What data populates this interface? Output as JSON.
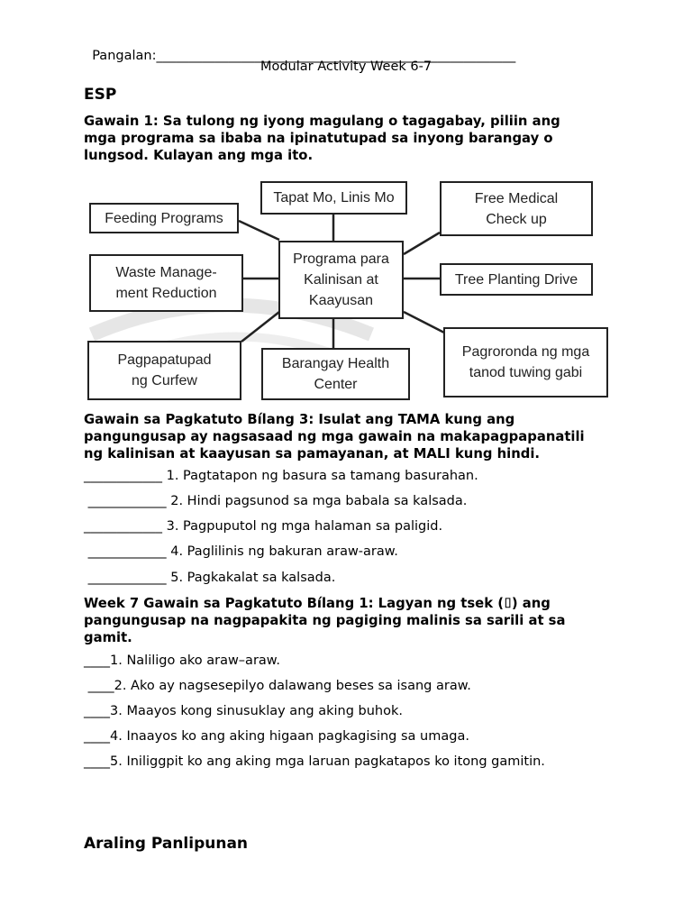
{
  "header": {
    "name_label": "Pangalan:",
    "name_blank": "_______________________________________________________",
    "subtitle": "Modular Activity Week 6-7"
  },
  "esp_section": {
    "heading": "ESP",
    "gawain1": {
      "instructions": [
        "Gawain 1: Sa tulong ng iyong magulang o tagagabay, piliin ang",
        "mga programa sa ibaba na ipinatutupad sa inyong barangay o",
        "lungsod. Kulayan ang mga ito."
      ],
      "diagram": {
        "center": [
          "Programa para",
          "Kalinisan at",
          "Kaayusan"
        ],
        "boxes": {
          "tapat_mo": [
            "Tapat Mo, Linis Mo"
          ],
          "free_medical": [
            "Free Medical",
            "Check up"
          ],
          "feeding": [
            "Feeding Programs"
          ],
          "waste": [
            "Waste Manage-",
            "ment Reduction"
          ],
          "tree": [
            "Tree Planting Drive"
          ],
          "curfew": [
            "Pagpapatupad",
            "ng Curfew"
          ],
          "health_center": [
            "Barangay Health",
            "Center"
          ],
          "pagroronda": [
            "Pagroronda ng mga",
            "tanod tuwing gabi"
          ]
        }
      }
    },
    "gawain3": {
      "instructions": [
        "Gawain sa Pagkatuto Bílang 3: Isulat ang TAMA kung ang",
        "pangungusap ay nagsasaad ng mga gawain na makapagpapanatili",
        "ng kalinisan at kaayusan sa pamayanan, at MALI kung hindi."
      ],
      "items": [
        "____________ 1. Pagtatapon ng basura sa tamang basurahan.",
        " ____________ 2. Hindi pagsunod sa mga babala sa kalsada.",
        "____________ 3. Pagpuputol ng mga halaman sa paligid.",
        " ____________ 4. Paglilinis ng bakuran araw-araw.",
        " ____________ 5. Pagkakalat sa kalsada."
      ]
    },
    "week7": {
      "instructions": [
        "Week 7 Gawain sa Pagkatuto Bílang 1: Lagyan ng tsek (⌷) ang",
        "pangungusap na nagpapakita ng pagiging malinis sa sarili at sa",
        "gamit."
      ],
      "items": [
        "____1. Naliligo ako araw–araw.",
        " ____2. Ako ay nagsesepilyo dalawang beses sa isang araw.",
        "____3. Maayos kong sinusuklay ang aking buhok.",
        "____4. Inaayos ko ang aking higaan pagkagising sa umaga.",
        "____5. Iniliggpit ko ang aking mga laruan pagkatapos ko itong gamitin."
      ]
    }
  },
  "ap_section": {
    "heading": "Araling Panlipunan"
  }
}
